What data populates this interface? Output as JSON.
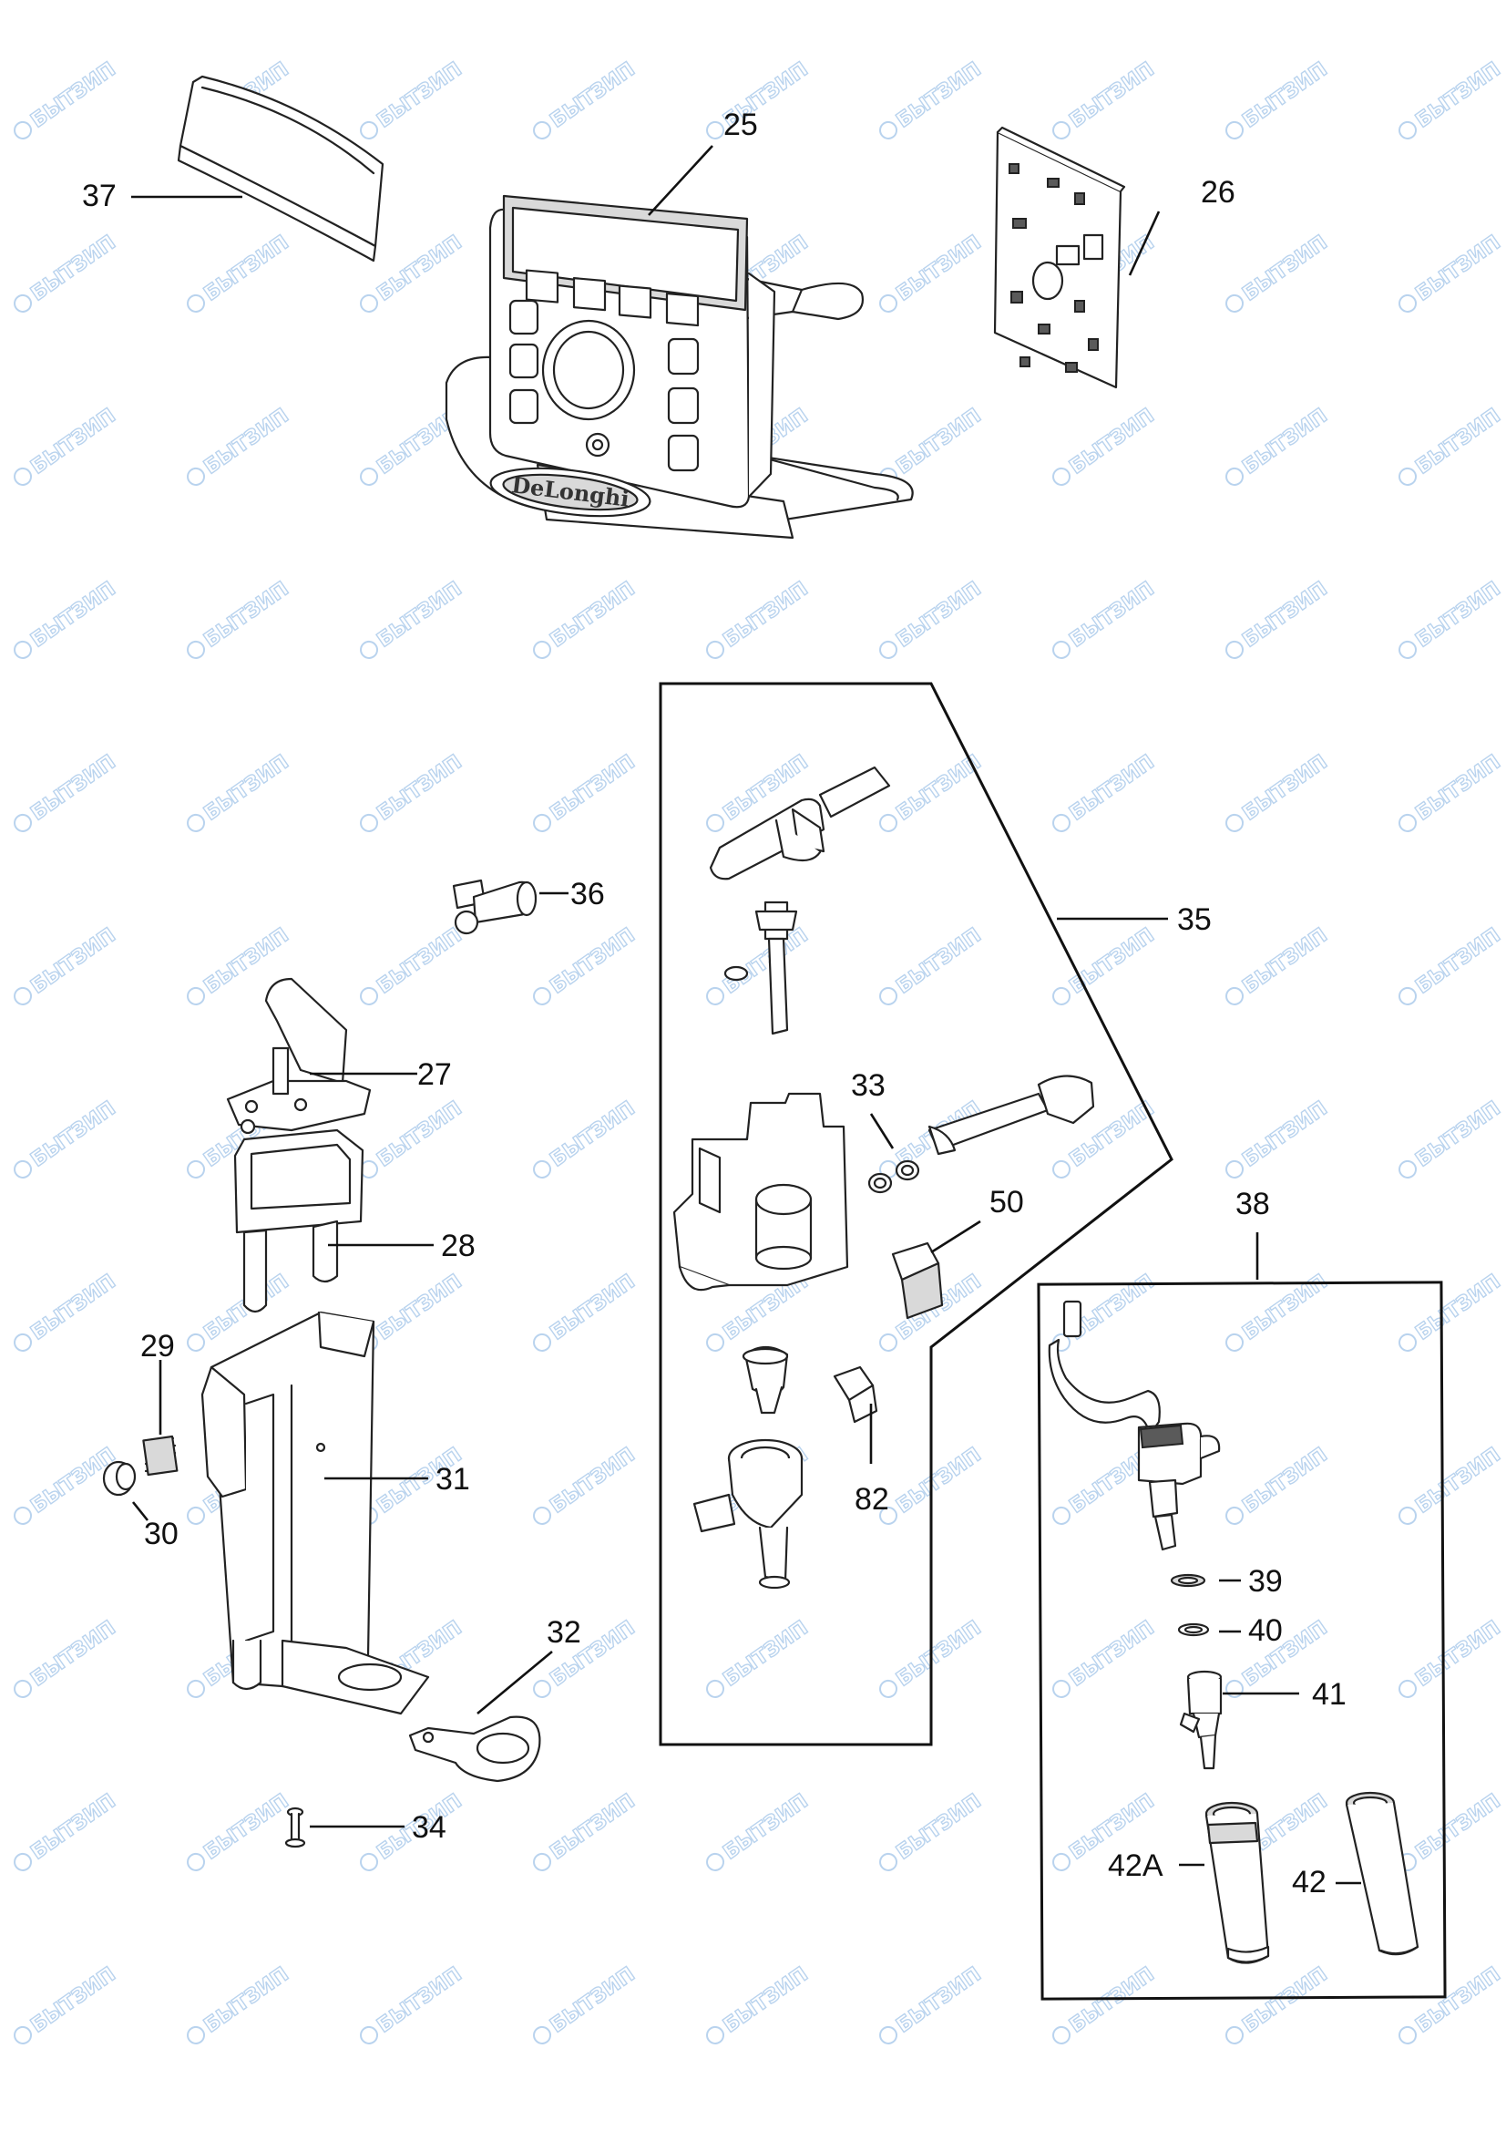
{
  "watermark": {
    "text": "БЫТЗИП",
    "color": "#b9d3ee"
  },
  "callouts": [
    "37",
    "25",
    "26",
    "36",
    "35",
    "33",
    "27",
    "28",
    "50",
    "38",
    "29",
    "31",
    "30",
    "82",
    "39",
    "40",
    "32",
    "41",
    "34",
    "42A",
    "42"
  ],
  "groups": [
    {
      "label": "35",
      "shape": "polygon"
    },
    {
      "label": "38",
      "shape": "rectangle"
    }
  ],
  "logo_text": "DeLonghi"
}
